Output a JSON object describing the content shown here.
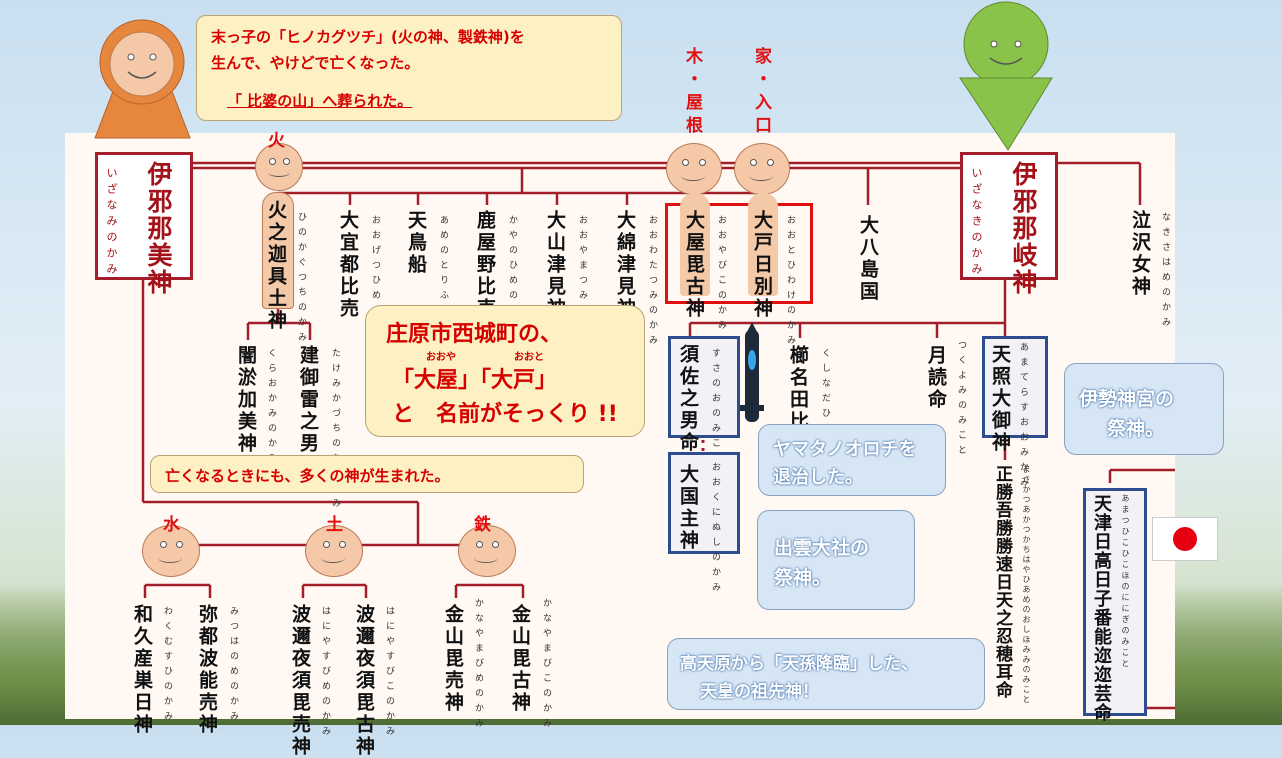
{
  "callouts": {
    "mother_line1": "末っ子の「ヒノカグツチ」(火の神、製鉄神)を",
    "mother_line2": "生んで、やけどで亡くなった。",
    "mother_line3": "「 比婆の山」へ葬られた。",
    "shobara_line1": "庄原市西城町の、",
    "shobara_ruby1": "おおや",
    "shobara_ruby2": "おおと",
    "shobara_line2": "「大屋」「大戸」",
    "shobara_line3": "と　名前がそっくり !!",
    "death_gods": "亡くなるときにも、多くの神が生まれた。",
    "orochi_line1": "ヤマタノオロチを",
    "orochi_line2": "退治した。",
    "izumo_line1": "出雲大社の",
    "izumo_line2": "祭神。",
    "ise_line1": "伊勢神宮の",
    "ise_line2": "祭神。",
    "tenson_line1": "高天原から「天孫降臨」した、",
    "tenson_line2": "天皇の祖先神！"
  },
  "face_labels": {
    "fire": "火",
    "tree_roof": "木・屋根",
    "house_entrance": "家・入口",
    "water": "水",
    "earth": "土",
    "iron": "鉄"
  },
  "gods": {
    "izanami": {
      "name": "伊邪那美神",
      "reading": "いざなみのかみ"
    },
    "izanagi": {
      "name": "伊邪那岐神",
      "reading": "いざなきのかみ"
    },
    "hinokagutsuchi": {
      "name": "火之迦具土神",
      "reading": "ひのかぐつちのかみ"
    },
    "ootsuhiko": {
      "name": "大宜都比売",
      "reading": "おおげつひめのかみ"
    },
    "amenotorifune": {
      "name": "天鳥船",
      "reading": "あめのとりふね"
    },
    "kayanohime": {
      "name": "鹿屋野比売神",
      "reading": "かやのひめのかみ"
    },
    "ooyamatsumi": {
      "name": "大山津見神",
      "reading": "おおやまつみのかみ"
    },
    "oowatatsumi": {
      "name": "大綿津見神",
      "reading": "おおわたつみのかみ"
    },
    "ooyabiko": {
      "name": "大屋毘古神",
      "reading": "おおやびこのかみ"
    },
    "ootohiwake": {
      "name": "大戸日別神",
      "reading": "おおとひわけのかみ"
    },
    "ooyashima": {
      "name": "大八島国"
    },
    "nakisawame": {
      "name": "泣沢女神",
      "reading": "なきさはめのかみ"
    },
    "kuraokami": {
      "name": "闇淤加美神",
      "reading": "くらおかみのかみ"
    },
    "takemikazuchi": {
      "name": "建御雷之男神",
      "reading": "たけみかづちのをのかみ"
    },
    "susanoo": {
      "name": "須佐之男命",
      "reading": "すさのおのみこと"
    },
    "kushinadahime": {
      "name": "櫛名田比売",
      "reading": "くしなだひめ"
    },
    "tsukuyomi": {
      "name": "月読命",
      "reading": "つくよみのみこと"
    },
    "amaterasu": {
      "name": "天照大御神",
      "reading": "あまてらすおおみかみ"
    },
    "ookuninushi": {
      "name": "大国主神",
      "reading": "おおくにぬしのかみ"
    },
    "oshihomimi": {
      "name": "正勝吾勝勝速日天之忍穂耳命",
      "reading": "まさかつあかつかちはやひあめのおしほみみのみこと"
    },
    "ninigi": {
      "name": "天津日高日子番能迩迩芸命",
      "reading": "あまつひこひこほのににぎのみこと"
    },
    "wakumusubi": {
      "name": "和久産巣日神",
      "reading": "わくむすひのかみ"
    },
    "mitsuhanome": {
      "name": "弥都波能売神",
      "reading": "みつはのめのかみ"
    },
    "haniyasubime": {
      "name": "波邇夜須毘売神",
      "reading": "はにやすびめのかみ"
    },
    "haniyasubiko": {
      "name": "波邇夜須毘古神",
      "reading": "はにやすびこのかみ"
    },
    "kanayamabime": {
      "name": "金山毘売神",
      "reading": "かなやまびめのかみ"
    },
    "kanayamabiko": {
      "name": "金山毘古神",
      "reading": "かなやまびこのかみ"
    }
  },
  "colors": {
    "line": "#a31e2a",
    "highlight_red": "#e01010",
    "blue_frame": "#2e4d8e"
  }
}
